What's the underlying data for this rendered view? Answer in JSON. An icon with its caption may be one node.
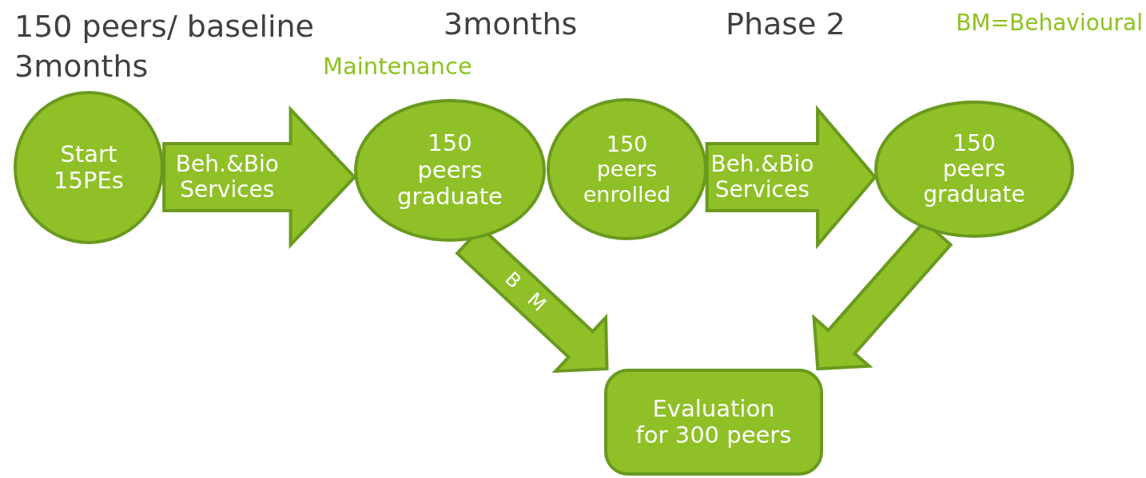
{
  "diagram": {
    "nodes": [
      {
        "text": [
          "Start 15PEs"
        ]
      },
      {
        "text": [
          "150 peers graduate"
        ]
      },
      {
        "text": [
          "150 peers enrolled"
        ]
      },
      {
        "text": [
          "150 peers graduate"
        ]
      },
      {
        "text": [
          "Evaluation for 300 peers"
        ]
      }
    ],
    "edges": [
      {
        "from": 0,
        "to": 1,
        "arrow": "to",
        "label": "Beh.&Bio Services"
      },
      {
        "from": 2,
        "to": 3,
        "arrow": "to",
        "label": "Beh.&Bio Services"
      },
      {
        "from": 1,
        "to": 4,
        "arrow": "to",
        "label": "BM"
      },
      {
        "from": 3,
        "to": 4,
        "arrow": "to"
      }
    ],
    "labels": [
      "150 peers/ baseline 3months",
      "3months",
      "Phase 2",
      "BM=Behavioural",
      "Maintenance"
    ]
  }
}
